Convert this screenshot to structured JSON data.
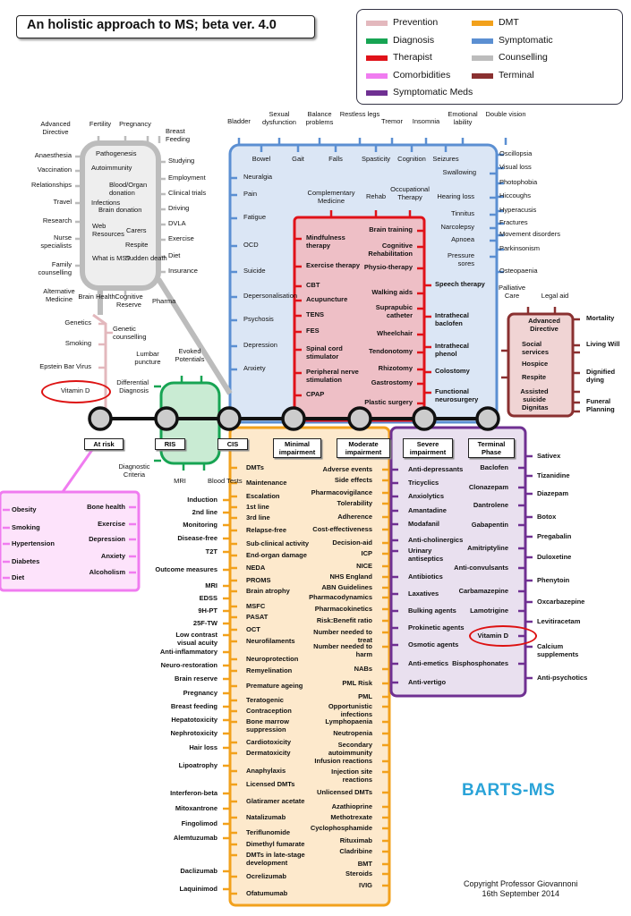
{
  "title": "An holistic approach to MS; beta ver. 4.0",
  "legend": [
    {
      "label": "Prevention",
      "color": "#e3b8bd",
      "side": "left"
    },
    {
      "label": "Diagnosis",
      "color": "#17a453",
      "side": "left"
    },
    {
      "label": "Therapist",
      "color": "#e01219",
      "side": "left"
    },
    {
      "label": "Comorbidities",
      "color": "#f07cf0",
      "side": "left"
    },
    {
      "label": "Symptomatic Meds",
      "color": "#6f3092",
      "side": "left"
    },
    {
      "label": "DMT",
      "color": "#f2a11c",
      "side": "right"
    },
    {
      "label": "Symptomatic",
      "color": "#5b8fd2",
      "side": "right"
    },
    {
      "label": "Counselling",
      "color": "#bcbcbc",
      "side": "right"
    },
    {
      "label": "Terminal",
      "color": "#8a3030",
      "side": "right"
    }
  ],
  "stations": [
    "At risk",
    "RIS",
    "CIS",
    "Minimal impairment",
    "Moderate impairment",
    "Severe impairment",
    "Terminal Phase"
  ],
  "counselling": {
    "outer_top": [
      "Advanced Directive",
      "Fertility",
      "Pregnancy",
      "Breast Feeding"
    ],
    "outer_left": [
      "Anaesthesia",
      "Vaccination",
      "Relationships",
      "Travel",
      "Research",
      "Nurse specialists",
      "Family counselling"
    ],
    "outer_right": [
      "Studying",
      "Employment",
      "Clinical trials",
      "Driving",
      "DVLA",
      "Exercise",
      "Diet",
      "Insurance"
    ],
    "outer_bottom": [
      "Alternative Medicine",
      "Brain Health",
      "Cognitive Reserve",
      "Pharma"
    ],
    "inner": [
      "Pathogenesis",
      "Autoimmunity",
      "Blood/Organ donation",
      "Infections",
      "Brain donation",
      "Web Resources",
      "Carers",
      "Respite",
      "What is MS?",
      "Sudden death"
    ]
  },
  "prevention": [
    "Genetics",
    "Genetic counselling",
    "Smoking",
    "Epstein Bar Virus",
    "Vitamin D"
  ],
  "diagnosis": [
    "Lumbar puncture",
    "Evoked Potentials",
    "Differential Diagnosis",
    "Diagnostic Criteria",
    "MRI",
    "Blood Tests"
  ],
  "comorbidities": {
    "left": [
      "Obesity",
      "Smoking",
      "Hypertension",
      "Diabetes",
      "Diet"
    ],
    "right": [
      "Bone health",
      "Exercise",
      "Depression",
      "Anxiety",
      "Alcoholism"
    ]
  },
  "symptomatic": {
    "top": [
      "Bladder",
      "Sexual dysfunction",
      "Balance problems",
      "Restless legs",
      "Tremor",
      "Insomnia",
      "Emotional lability",
      "Double vision"
    ],
    "second_row": [
      "Bowel",
      "Gait",
      "Falls",
      "Spasticity",
      "Cognition",
      "Seizures"
    ],
    "left": [
      "Neuralgia",
      "Pain",
      "Fatigue",
      "OCD",
      "Suicide",
      "Depersonalisation",
      "Psychosis",
      "Depression",
      "Anxiety"
    ],
    "right_inner": [
      "Swallowing",
      "Hearing loss",
      "Tinnitus",
      "Narcolepsy",
      "Apnoea",
      "Pressure sores"
    ],
    "right_outer": [
      "Oscillopsia",
      "Visual loss",
      "Photophobia",
      "Hiccoughs",
      "Hyperacusis",
      "Fractures",
      "Movement disorders",
      "Parkinsonism",
      "Osteopaenia"
    ]
  },
  "therapist": {
    "top": [
      "Complementary Medicine",
      "Rehab",
      "Occupational Therapy"
    ],
    "left": [
      "Mindfulness therapy",
      "Exercise therapy",
      "CBT",
      "Acupuncture",
      "TENS",
      "FES",
      "Spinal cord stimulator",
      "Peripheral nerve stimulation",
      "CPAP"
    ],
    "middle": [
      "Brain training",
      "Cognitive Rehabilitation",
      "Physio-therapy",
      "Walking aids",
      "Suprapubic catheter",
      "Wheelchair",
      "Tendonotomy",
      "Rhizotomy",
      "Gastrostomy",
      "Plastic surgery"
    ],
    "right": [
      "Speech therapy",
      "Intrathecal baclofen",
      "Intrathecal phenol",
      "Colostomy",
      "Functional neurosurgery"
    ]
  },
  "terminal": {
    "top": [
      "Palliative Care",
      "Legal aid"
    ],
    "inner": [
      "Advanced Directive",
      "Social services",
      "Hospice",
      "Respite",
      "Assisted suicide",
      "Dignitas"
    ],
    "right": [
      "Mortality",
      "Living Will",
      "Dignified dying",
      "Funeral Planning"
    ]
  },
  "dmt": {
    "left": [
      "Induction",
      "2nd line",
      "Monitoring",
      "Disease-free",
      "T2T",
      "Outcome measures",
      "MRI",
      "EDSS",
      "9H-PT",
      "25F-TW",
      "Low contrast visual acuity",
      "Anti-inflammatory",
      "Neuro-restoration",
      "Brain reserve",
      "Pregnancy",
      "Breast feeding",
      "Hepatotoxicity",
      "Nephrotoxicity",
      "Hair loss",
      "Lipoatrophy",
      "Interferon-beta",
      "Mitoxantrone",
      "Fingolimod",
      "Alemtuzumab",
      "Daclizumab",
      "Laquinimod"
    ],
    "center": [
      "DMTs",
      "Maintenance",
      "Escalation",
      "1st line",
      "3rd line",
      "Relapse-free",
      "Sub-clinical activity",
      "End-organ damage",
      "NEDA",
      "PROMS",
      "Brain atrophy",
      "MSFC",
      "PASAT",
      "OCT",
      "Neurofilaments",
      "Neuroprotection",
      "Remyelination",
      "Premature ageing",
      "Teratogenic",
      "Contraception",
      "Bone marrow suppression",
      "Cardiotoxicity",
      "Dermatoxicity",
      "Anaphylaxis",
      "Licensed DMTs",
      "Glatiramer acetate",
      "Natalizumab",
      "Teriflunomide",
      "Dimethyl fumarate",
      "DMTs in late-stage development",
      "Ocrelizumab",
      "Ofatumumab"
    ],
    "right": [
      "Adverse events",
      "Side effects",
      "Pharmacovigilance",
      "Tolerability",
      "Adherence",
      "Cost-effectiveness",
      "Decision-aid",
      "ICP",
      "NICE",
      "NHS England",
      "ABN Guidelines",
      "Pharmacodynamics",
      "Pharmacokinetics",
      "Risk:Benefit ratio",
      "Number needed to treat",
      "Number needed to harm",
      "NABs",
      "PML Risk",
      "PML",
      "Opportunistic infections",
      "Lymphopaenia",
      "Neutropenia",
      "Secondary autoimmunity",
      "Infusion reactions",
      "Injection site reactions",
      "Unlicensed DMTs",
      "Azathioprine",
      "Methotrexate",
      "Cyclophosphamide",
      "Rituximab",
      "Cladribine",
      "BMT",
      "Steroids",
      "IVIG"
    ]
  },
  "symptomatic_meds": {
    "left": [
      "Anti-depressants",
      "Tricyclics",
      "Anxiolytics",
      "Amantadine",
      "Modafanil",
      "Anti-cholinergics",
      "Urinary antiseptics",
      "Antibiotics",
      "Laxatives",
      "Bulking agents",
      "Prokinetic agents",
      "Osmotic agents",
      "Anti-emetics",
      "Anti-vertigo"
    ],
    "middle": [
      "Baclofen",
      "Clonazepam",
      "Dantrolene",
      "Gabapentin",
      "Amitriptyline",
      "Anti-convulsants",
      "Carbamazepine",
      "Lamotrigine",
      "Vitamin D",
      "Bisphosphonates"
    ],
    "right": [
      "Sativex",
      "Tizanidine",
      "Diazepam",
      "Botox",
      "Pregabalin",
      "Duloxetine",
      "Phenytoin",
      "Oxcarbazepine",
      "Levitiracetam",
      "Calcium supplements",
      "Anti-psychotics"
    ]
  },
  "brand": "BARTS-MS",
  "copyright": [
    "Copyright Professor Giovannoni",
    "16th September 2014"
  ]
}
